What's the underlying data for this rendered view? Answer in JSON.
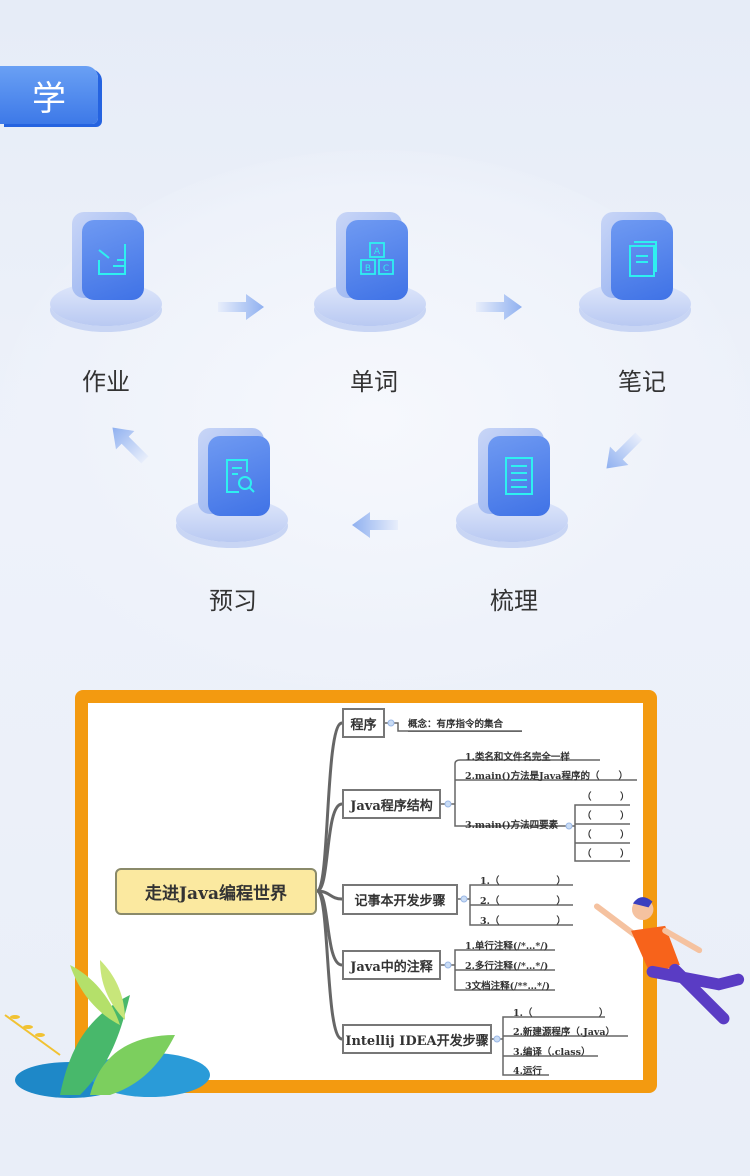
{
  "badge": "学",
  "steps": [
    "作业",
    "单词",
    "笔记",
    "梳理",
    "预习"
  ],
  "mindmap": {
    "root": "走进Java编程世界",
    "program": {
      "title": "程序",
      "items": [
        "概念：有序指令的集合"
      ]
    },
    "structure": {
      "title": "Java程序结构",
      "items": [
        "1.类名和文件名完全一样",
        "2.main()方法是Java程序的（　　）",
        "3.main()方法四要素"
      ],
      "elements": [
        "（　　　）",
        "（　　　）",
        "（　　　）",
        "（　　　）"
      ]
    },
    "notepad": {
      "title": "记事本开发步骤",
      "items": [
        "1.（　　　　　　）",
        "2.（　　　　　　）",
        "3.（　　　　　　）"
      ]
    },
    "comments": {
      "title": "Java中的注释",
      "items": [
        "1.单行注释(/*…*/)",
        "2.多行注释(/*…*/)",
        "3文档注释(/**…*/)"
      ]
    },
    "idea": {
      "title": "Intellij IDEA开发步骤",
      "items": [
        "1.（　　　　　　　）",
        "2.新建源程序（.Java）",
        "3.编译（.class）",
        "4.运行"
      ]
    }
  },
  "colors": {
    "accent": "#3d79e8",
    "frame": "#f39a10",
    "root": "#fbe9a0",
    "iconLine": "#2ef0f0"
  }
}
